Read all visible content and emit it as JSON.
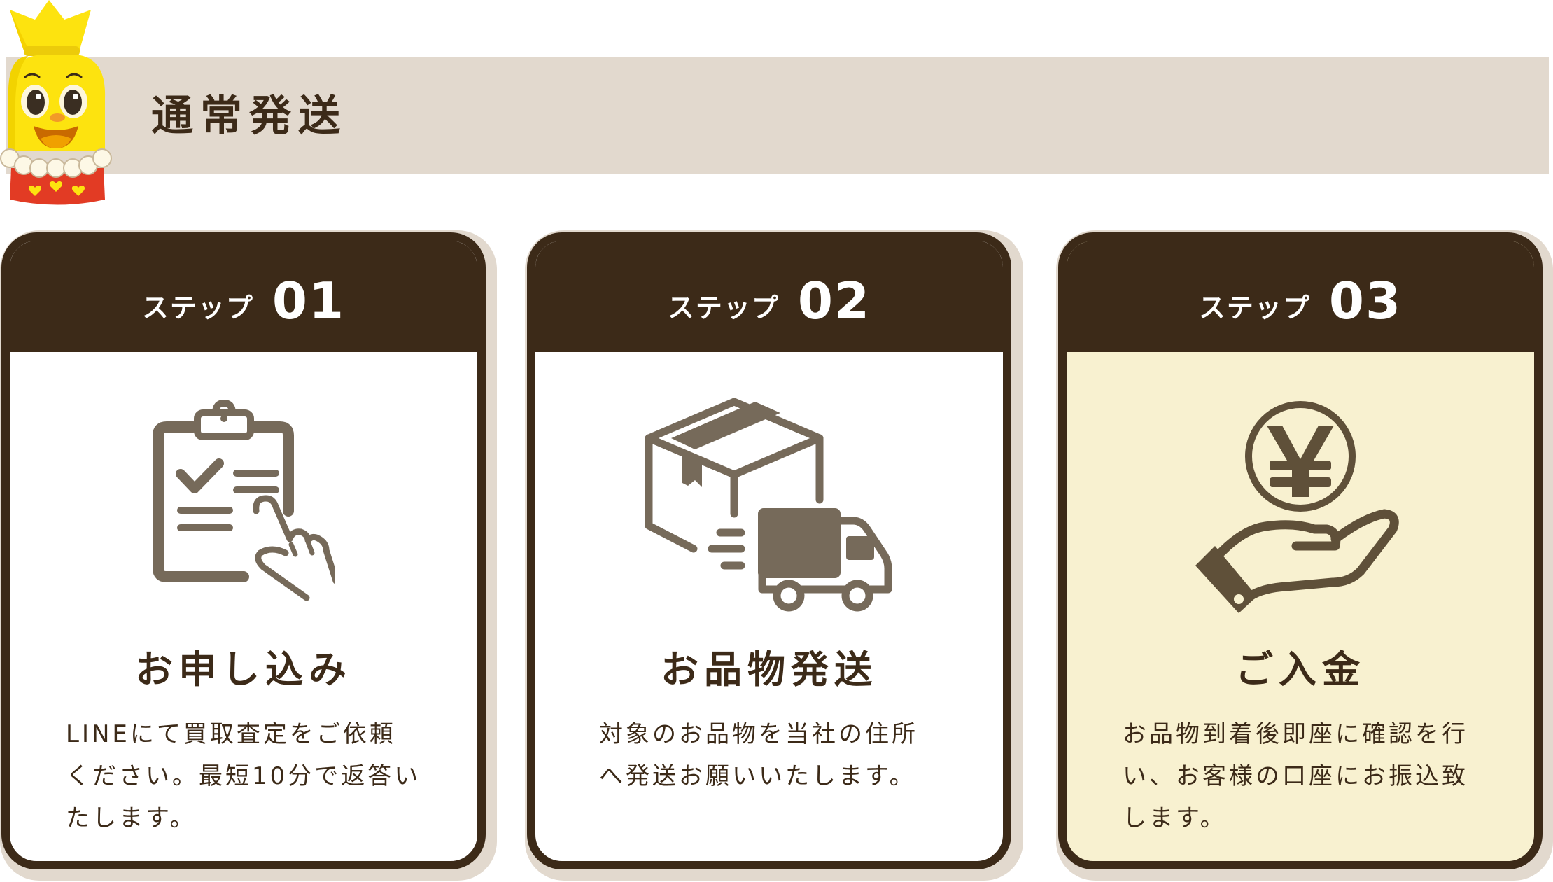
{
  "header": {
    "title": "通常発送",
    "mascot": "crowned-yellow-mascot"
  },
  "colors": {
    "dark_brown": "#3c2a18",
    "banner_beige": "#e2d9ce",
    "icon_brown": "#766a5a",
    "cream": "#f8f1d0",
    "mascot_yellow": "#fde30f",
    "mascot_red": "#e23b24"
  },
  "steps": [
    {
      "step_word": "ステップ",
      "step_number": "01",
      "icon": "clipboard-tap-icon",
      "title": "お申し込み",
      "body_lines": [
        "LINEにて買取査定をご依頼",
        "ください。最短10分で返答い",
        "たします。"
      ]
    },
    {
      "step_word": "ステップ",
      "step_number": "02",
      "icon": "box-truck-icon",
      "title": "お品物発送",
      "body_lines": [
        "対象のお品物を当社の住所",
        "へ発送お願いいたします。"
      ]
    },
    {
      "step_word": "ステップ",
      "step_number": "03",
      "icon": "yen-hand-icon",
      "title": "ご入金",
      "body_lines": [
        "お品物到着後即座に確認を行",
        "い、お客様の口座にお振込致",
        "します。"
      ]
    }
  ]
}
